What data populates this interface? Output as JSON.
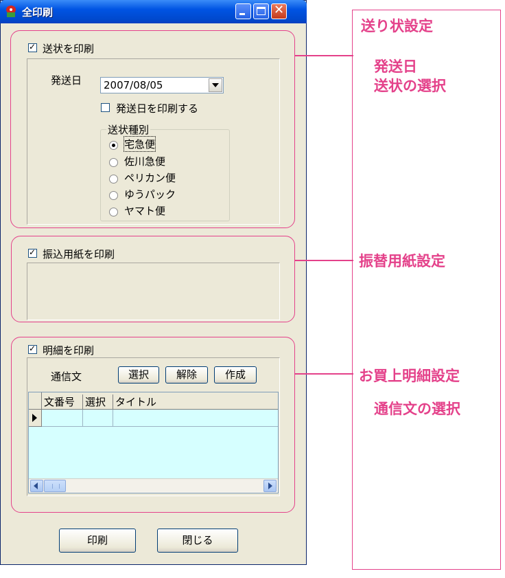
{
  "window": {
    "title": "全印刷"
  },
  "invoice": {
    "print_label": "送状を印刷",
    "print_checked": true,
    "ship_date_label": "発送日",
    "ship_date_value": "2007/08/05",
    "print_date_label": "発送日を印刷する",
    "print_date_checked": false,
    "type_group_label": "送状種別",
    "types": [
      "宅急便",
      "佐川急便",
      "ペリカン便",
      "ゆうパック",
      "ヤマト便"
    ],
    "selected_type": "宅急便"
  },
  "transfer": {
    "print_label": "振込用紙を印刷",
    "print_checked": true
  },
  "details": {
    "print_label": "明細を印刷",
    "print_checked": true,
    "message_label": "通信文",
    "select_button": "選択",
    "clear_button": "解除",
    "create_button": "作成",
    "columns": [
      "文番号",
      "選択",
      "タイトル"
    ]
  },
  "footer": {
    "print_button": "印刷",
    "close_button": "閉じる"
  },
  "annotations": {
    "invoice_title": "送り状設定",
    "invoice_line1": "発送日",
    "invoice_line2": "送状の選択",
    "transfer_title": "振替用紙設定",
    "details_title": "お買上明細設定",
    "details_sub": "通信文の選択"
  },
  "colors": {
    "annotation": "#e4418a",
    "grid_background": "#d6ffff",
    "titlebar": "#0054e3"
  }
}
